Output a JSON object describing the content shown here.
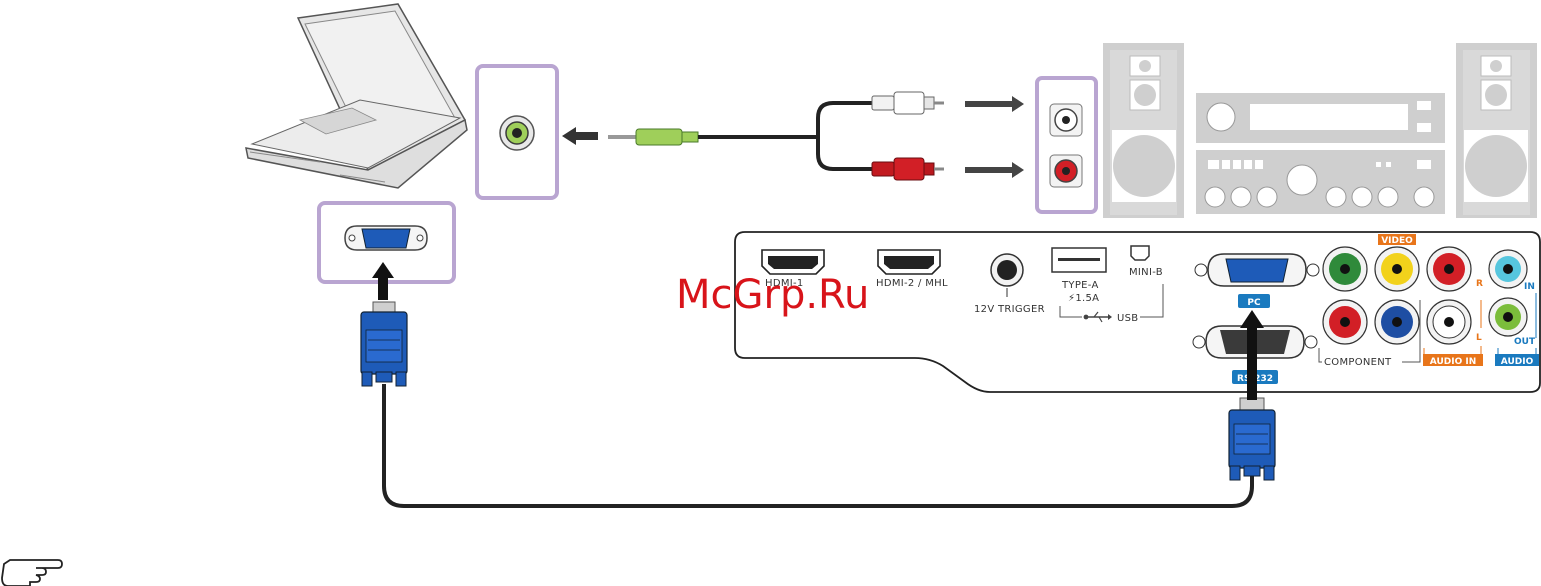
{
  "watermark": "McGrp.Ru",
  "ports": {
    "hdmi1": "HDMI-1",
    "hdmi2": "HDMI-2 / MHL",
    "trigger": "12V TRIGGER",
    "type_a": "TYPE-A",
    "type_a_power": "⚡1.5A",
    "usb": "USB",
    "mini_b": "MINI-B",
    "pc": "PC",
    "rs232": "RS-232",
    "video": "VIDEO",
    "component": "COMPONENT",
    "audio_in": "AUDIO IN",
    "audio": "AUDIO",
    "r": "R",
    "l": "L",
    "in": "IN",
    "out": "OUT"
  },
  "colors": {
    "highlight": "#b9a5d1",
    "cable": "#222222",
    "vga_blue": "#1e5bb8",
    "green": "#2f8a3a",
    "yellow": "#f2d21b",
    "red": "#d21f26",
    "blue": "#1e4ea3",
    "cyan": "#56c6de",
    "lime": "#7bbd3b",
    "orange": "#e8751a",
    "label_blue": "#1a7abf"
  },
  "icons": [
    "laptop-icon",
    "stereo-system-icon",
    "hand-pointer-icon"
  ]
}
